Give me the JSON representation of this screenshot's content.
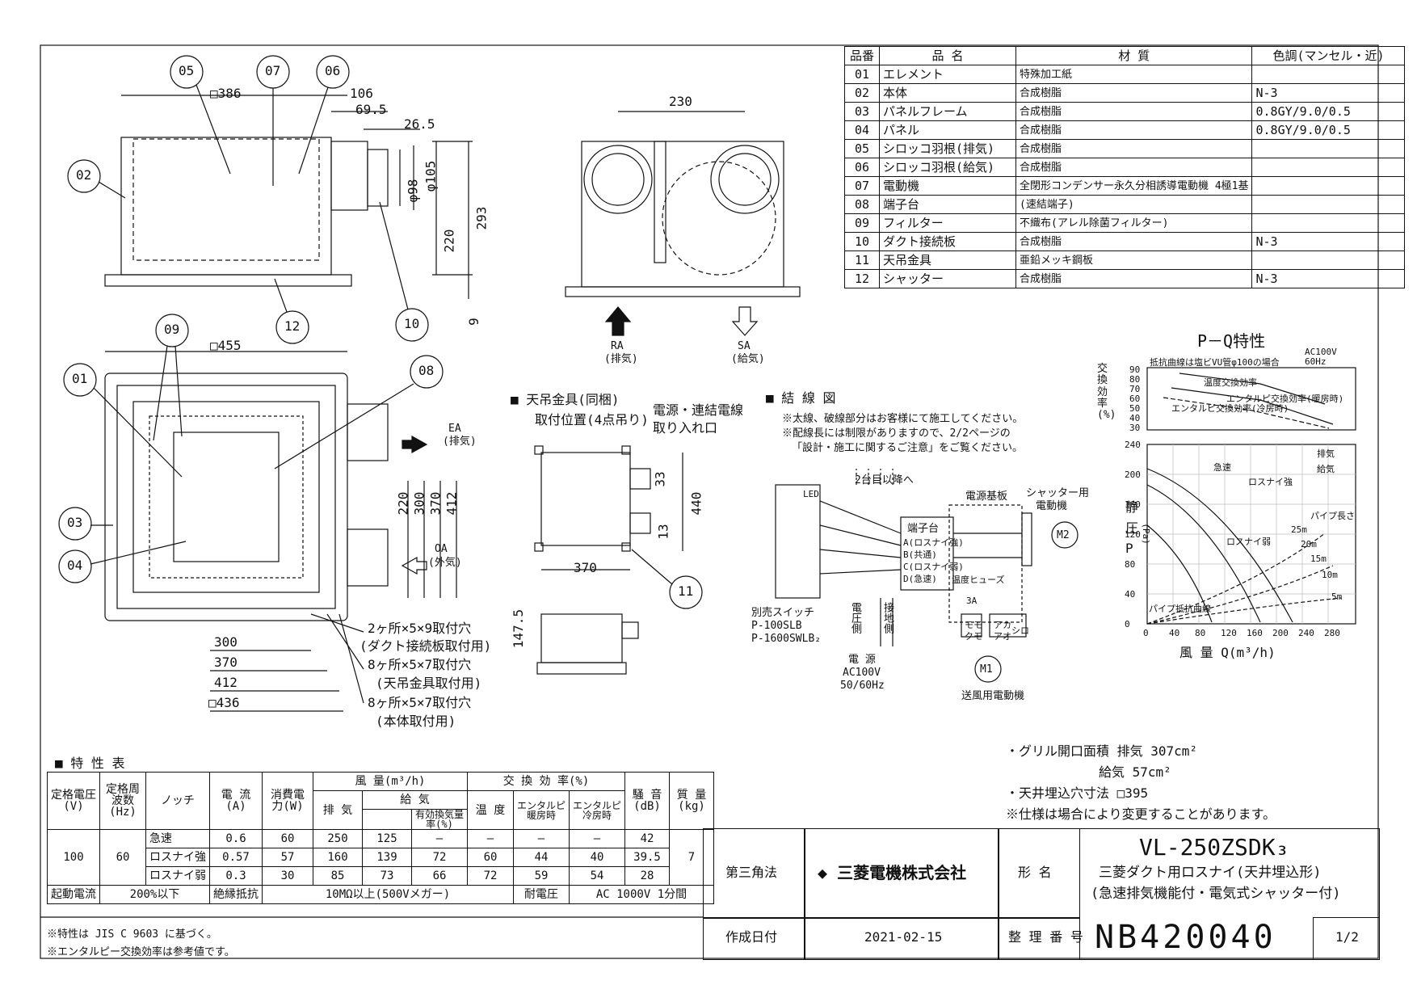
{
  "parts_table": {
    "headers": [
      "品番",
      "品 名",
      "材 質",
      "色調(マンセル・近)"
    ],
    "rows": [
      [
        "01",
        "エレメント",
        "特殊加工紙",
        ""
      ],
      [
        "02",
        "本体",
        "合成樹脂",
        "N-3"
      ],
      [
        "03",
        "パネルフレーム",
        "合成樹脂",
        "0.8GY/9.0/0.5"
      ],
      [
        "04",
        "パネル",
        "合成樹脂",
        "0.8GY/9.0/0.5"
      ],
      [
        "05",
        "シロッコ羽根(排気)",
        "合成樹脂",
        ""
      ],
      [
        "06",
        "シロッコ羽根(給気)",
        "合成樹脂",
        ""
      ],
      [
        "07",
        "電動機",
        "全閉形コンデンサー永久分相誘導電動機 4極1基",
        ""
      ],
      [
        "08",
        "端子台",
        "(速結端子)",
        ""
      ],
      [
        "09",
        "フィルター",
        "不織布(アレル除菌フィルター)",
        ""
      ],
      [
        "10",
        "ダクト接続板",
        "合成樹脂",
        "N-3"
      ],
      [
        "11",
        "天吊金具",
        "亜鉛メッキ鋼板",
        ""
      ],
      [
        "12",
        "シャッター",
        "合成樹脂",
        "N-3"
      ]
    ]
  },
  "front_view": {
    "dims": {
      "d386": "□386",
      "d106": "106",
      "d69_5": "69.5",
      "d26_5": "26.5",
      "phi98": "φ98",
      "phi105": "φ105",
      "d220": "220",
      "d293": "293",
      "d9": "9"
    },
    "callouts": [
      "05",
      "07",
      "06",
      "02",
      "12",
      "10"
    ]
  },
  "side_view": {
    "dim_230": "230",
    "ra_label": "RA",
    "ra_sub": "(排気)",
    "sa_label": "SA",
    "sa_sub": "(給気)"
  },
  "plan_view": {
    "dim_455": "□455",
    "callouts": [
      "09",
      "01",
      "08",
      "03",
      "04"
    ],
    "ea_label": "EA",
    "ea_sub": "(排気)",
    "oa_label": "OA",
    "oa_sub": "(外気)",
    "dims_v": [
      "220",
      "300",
      "370",
      "412"
    ],
    "dims_h": [
      "300",
      "370",
      "412",
      "□436"
    ],
    "holes": [
      "2ヶ所×5×9取付穴",
      "(ダクト接続板取付用)",
      "8ヶ所×5×7取付穴",
      "(天吊金具取付用)",
      "8ヶ所×5×7取付穴",
      "(本体取付用)"
    ]
  },
  "hanger": {
    "title": "天吊金具(同梱)",
    "title2": "取付位置(4点吊り)",
    "cable": "電源・連結電線",
    "cable2": "取り入れ口",
    "dims": [
      "33",
      "440",
      "13",
      "370",
      "147.5"
    ],
    "callout": "11"
  },
  "wiring": {
    "title": "結 線 図",
    "note1": "※太線、破線部分はお客様にて施工してください。",
    "note2": "※配線長には制限がありますので、2/2ページの",
    "note3": "「設計・施工に関するご注意」をご覧ください。",
    "next_units": "2台目以降へ",
    "board": "電源基板",
    "shutter_motor": "シャッター用",
    "shutter_motor2": "電動機",
    "m2": "M2",
    "m1": "M1",
    "terminal": "端子台",
    "terms": [
      "A(ロスナイ強)",
      "B(共通)",
      "C(ロスナイ弱)",
      "D(急速)"
    ],
    "switch": "別売スイッチ",
    "sw1": "P-100SLB",
    "sw2": "P-1600SWLB₂",
    "power": "電 源",
    "power2": "AC100V",
    "power3": "50/60Hz",
    "volt_side": "電圧側",
    "ground_side": "接地側",
    "fuse": "温度ヒューズ",
    "fuse_a": "3A",
    "colors": [
      "モモ",
      "クモ",
      "アカ",
      "アオ",
      "シロ"
    ],
    "fan_motor": "送風用電動機",
    "led": "LED"
  },
  "pq": {
    "title": "P－Q特性",
    "power": "AC100V",
    "freq": "60Hz",
    "eff_label": "交換効率(%)",
    "eff_note": "抵抗曲線は塩ビVU管φ100の場合",
    "eff_curves": [
      "温度交換効率",
      "エンタルピ交換効率(暖房時)",
      "エンタルピ交換効率(冷房時)"
    ],
    "eff_ticks": [
      "90",
      "80",
      "70",
      "60",
      "50",
      "40",
      "30"
    ],
    "p_ticks": [
      "240",
      "200",
      "160",
      "120",
      "80",
      "40",
      "0"
    ],
    "q_ticks": [
      "0",
      "40",
      "80",
      "120",
      "160",
      "200",
      "240",
      "280"
    ],
    "ylabel": "静圧 P",
    "yunit": "(Pa)",
    "xlabel": "風 量 Q(m³/h)",
    "legend_ex": "排気",
    "legend_sa": "給気",
    "curves": [
      "急速",
      "ロスナイ強",
      "ロスナイ弱"
    ],
    "pipe_len": "パイプ長さ",
    "pipes": [
      "25m",
      "20m",
      "15m",
      "10m",
      "5m"
    ],
    "pipe_curve": "パイプ抵抗曲線"
  },
  "notes": {
    "grille": "・グリル開口面積 排気 307cm²",
    "grille2": "給気 57cm²",
    "ceiling": "・天井埋込穴寸法 □395",
    "change": "※仕様は場合により変更することがあります。"
  },
  "spec": {
    "title": "特 性 表",
    "h": [
      "定格電圧(V)",
      "定格周波数(Hz)",
      "ノッチ",
      "電 流(A)",
      "消費電力(W)",
      "風 量(m³/h)",
      "排 気",
      "給 気",
      "有効換気量率(%)",
      "交 換 効 率(%)",
      "温 度",
      "エンタルピ暖房時",
      "エンタルピ冷房時",
      "騒 音(dB)",
      "質 量(kg)"
    ],
    "v": "100",
    "hz": "60",
    "kg": "7",
    "rows": [
      [
        "急速",
        "0.6",
        "60",
        "250",
        "125",
        "―",
        "―",
        "―",
        "―",
        "42"
      ],
      [
        "ロスナイ強",
        "0.57",
        "57",
        "160",
        "139",
        "72",
        "60",
        "44",
        "40",
        "39.5"
      ],
      [
        "ロスナイ弱",
        "0.3",
        "30",
        "85",
        "73",
        "66",
        "72",
        "59",
        "54",
        "28"
      ]
    ],
    "start": "起動電流",
    "start_v": "200%以下",
    "ins": "絶縁抵抗",
    "ins_v": "10MΩ以上(500Vメガー)",
    "wv": "耐電圧",
    "wv_v": "AC 1000V 1分間",
    "foot1": "※特性は JIS C 9603 に基づく。",
    "foot2": "※エンタルピー交換効率は参考値です。"
  },
  "title_block": {
    "projection": "第三角法",
    "company": "三菱電機株式会社",
    "model_label": "形 名",
    "model": "VL-250ZSDK₃",
    "desc1": "三菱ダクト用ロスナイ(天井埋込形)",
    "desc2": "(急速排気機能付・電気式シャッター付)",
    "date_label": "作成日付",
    "date": "2021-02-15",
    "doc_label": "整 理 番 号",
    "doc": "NB420040",
    "page": "1/2"
  }
}
